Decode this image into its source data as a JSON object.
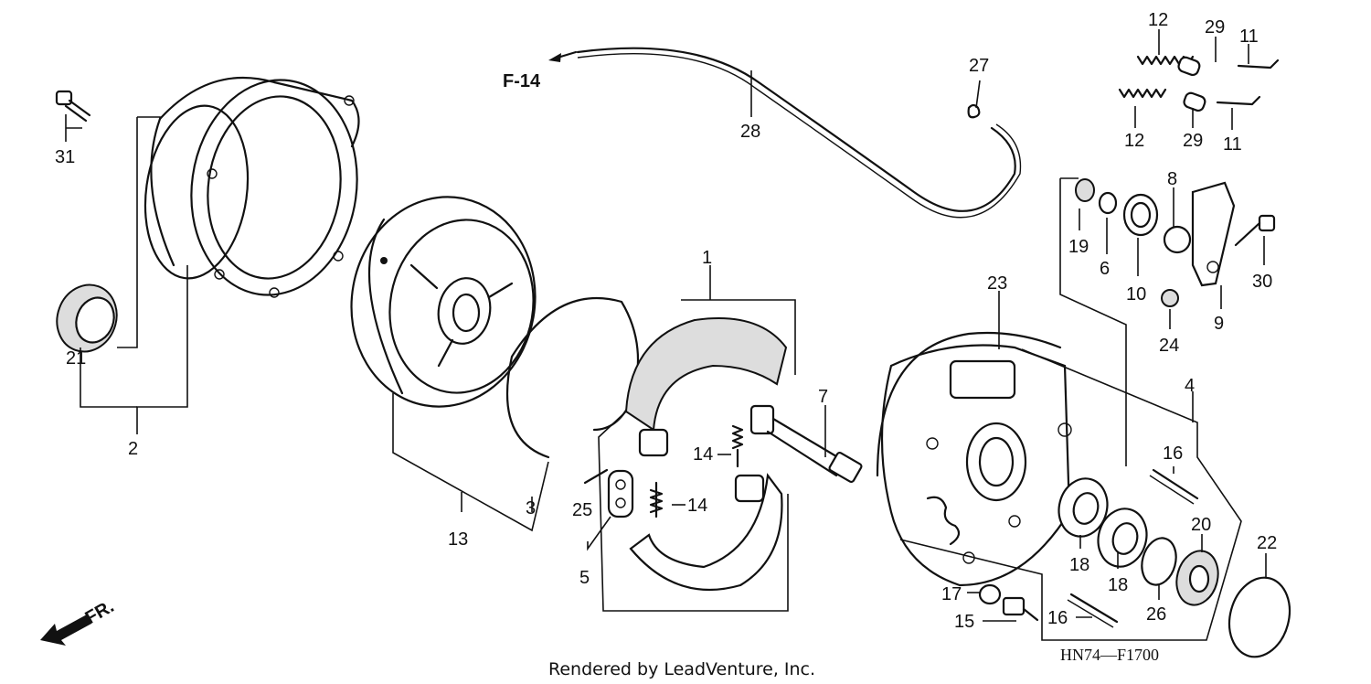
{
  "callouts": {
    "p1": "1",
    "p2": "2",
    "p3": "3",
    "p4": "4",
    "p5": "5",
    "p6": "6",
    "p7": "7",
    "p8": "8",
    "p9": "9",
    "p10": "10",
    "p11a": "11",
    "p11b": "11",
    "p12a": "12",
    "p12b": "12",
    "p13": "13",
    "p14a": "14",
    "p14b": "14",
    "p15": "15",
    "p16a": "16",
    "p16b": "16",
    "p17": "17",
    "p18a": "18",
    "p18b": "18",
    "p19": "19",
    "p20": "20",
    "p21": "21",
    "p22": "22",
    "p23": "23",
    "p24": "24",
    "p25": "25",
    "p26": "26",
    "p27": "27",
    "p28": "28",
    "p29a": "29",
    "p29b": "29",
    "p30": "30",
    "p31": "31"
  },
  "reference_label": "F-14",
  "direction_label": "FR.",
  "credit": "Rendered by LeadVenture, Inc.",
  "diagram_code": "HN74—F1700"
}
